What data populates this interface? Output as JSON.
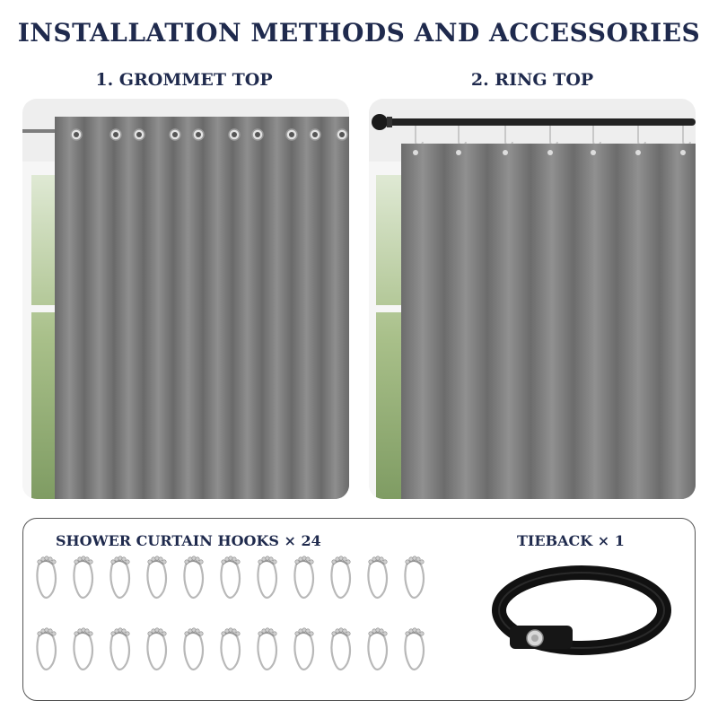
{
  "title": "INSTALLATION METHODS AND ACCESSORIES",
  "methods": [
    {
      "label": "1. GROMMET TOP"
    },
    {
      "label": "2. RING TOP"
    }
  ],
  "accessories": {
    "hooks_label": "SHOWER CURTAIN HOOKS × 24",
    "hooks_count": 24,
    "tieback_label": "TIEBACK × 1",
    "tieback_count": 1
  },
  "colors": {
    "title": "#1f2a4d",
    "curtain": "#7a7a7a",
    "tieback": "#111111",
    "rod": "#222222"
  }
}
